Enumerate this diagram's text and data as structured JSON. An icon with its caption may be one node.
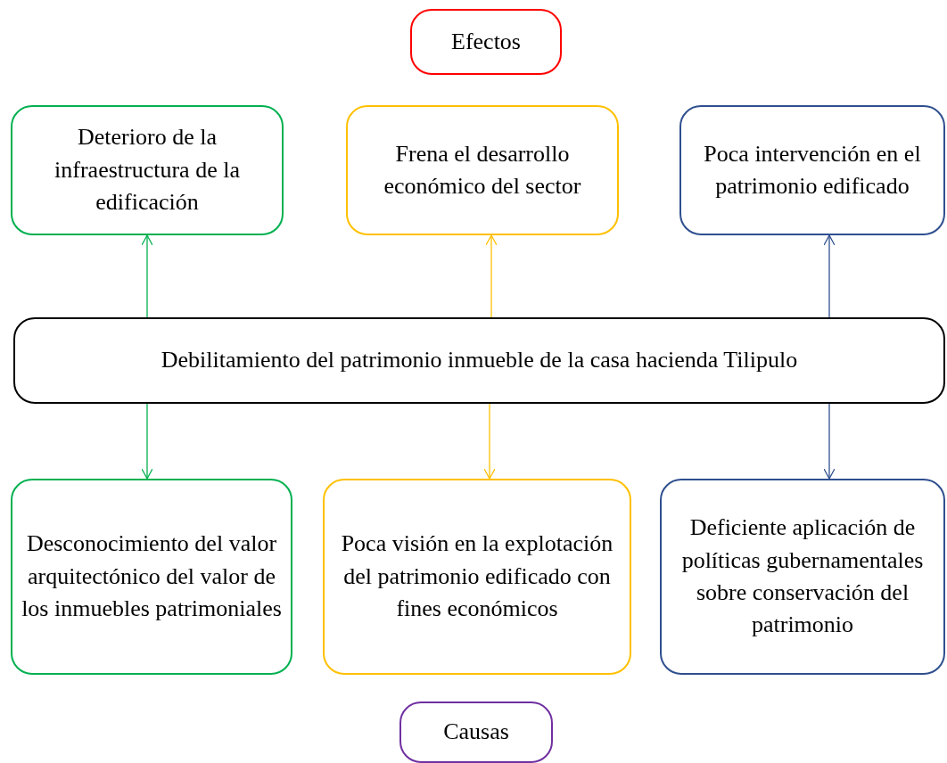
{
  "diagram": {
    "nodes": [
      {
        "text": [
          "Efectos"
        ]
      },
      {
        "text": [
          "Deterioro de la infraestructura de la edificación"
        ]
      },
      {
        "text": [
          "Frena el desarrollo económico del sector"
        ]
      },
      {
        "text": [
          "Poca intervención en el patrimonio edificado"
        ]
      },
      {
        "text": [
          "Debilitamiento del patrimonio inmueble de la casa hacienda Tilipulo"
        ]
      },
      {
        "text": [
          "Desconocimiento del valor arquitectónico del valor de los inmuebles patrimoniales"
        ]
      },
      {
        "text": [
          "Poca visión en la explotación del patrimonio edificado con fines económicos"
        ]
      },
      {
        "text": [
          "Deficiente aplicación de políticas gubernamentales sobre conservación del patrimonio"
        ]
      },
      {
        "text": [
          "Causas"
        ]
      }
    ],
    "edges": [
      {
        "from": 4,
        "to": 1,
        "arrow": "to",
        "color": "#00b050"
      },
      {
        "from": 4,
        "to": 2,
        "arrow": "to",
        "color": "#ffc000"
      },
      {
        "from": 4,
        "to": 3,
        "arrow": "to",
        "color": "#2f4f8f"
      },
      {
        "from": 4,
        "to": 5,
        "arrow": "to",
        "color": "#00b050"
      },
      {
        "from": 4,
        "to": 6,
        "arrow": "to",
        "color": "#ffc000"
      },
      {
        "from": 4,
        "to": 7,
        "arrow": "to",
        "color": "#2f4f8f"
      }
    ]
  }
}
